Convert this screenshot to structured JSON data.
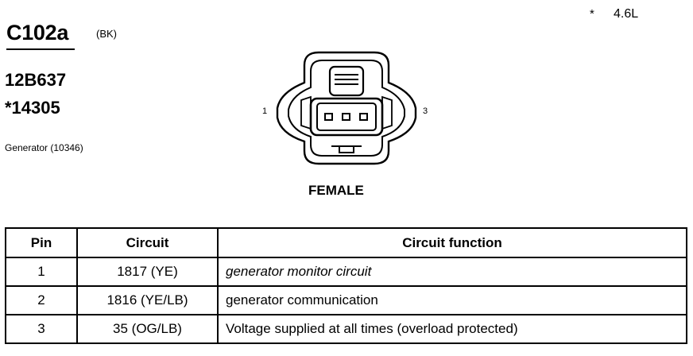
{
  "header": {
    "connector_id": "C102a",
    "color_code": "(BK)",
    "note_marker": "*",
    "note_text": "4.6L",
    "part_number_1": "12B637",
    "part_number_2": "*14305",
    "component": "Generator (10346)"
  },
  "connector": {
    "pin_left_label": "1",
    "pin_right_label": "3",
    "gender": "FEMALE",
    "pin_count": 3
  },
  "table": {
    "headers": [
      "Pin",
      "Circuit",
      "Circuit function"
    ],
    "rows": [
      {
        "pin": "1",
        "circuit": "1817 (YE)",
        "function": "generator monitor circuit",
        "italic": true
      },
      {
        "pin": "2",
        "circuit": "1816 (YE/LB)",
        "function": "generator communication",
        "italic": false
      },
      {
        "pin": "3",
        "circuit": "35 (OG/LB)",
        "function": "Voltage supplied at all times (overload protected)",
        "italic": false
      }
    ]
  }
}
